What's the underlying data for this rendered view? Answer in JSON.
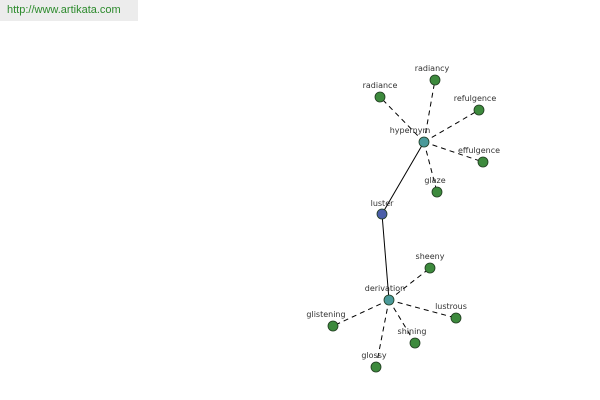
{
  "site_link": {
    "label": "http://www.artikata.com"
  },
  "colors": {
    "center": "#4a5ea8",
    "relation": "#4a9a9a",
    "word": "#3d8a3d",
    "edge": "#000000"
  },
  "graph": {
    "center": {
      "id": "luster",
      "label": "luster"
    },
    "relations": [
      {
        "id": "hypernym",
        "label": "hypernym",
        "words": [
          "radiance",
          "radiancy",
          "refulgence",
          "effulgence",
          "glaze"
        ]
      },
      {
        "id": "derivation",
        "label": "derivation",
        "words": [
          "sheeny",
          "lustrous",
          "shining",
          "glossy",
          "glistening"
        ]
      }
    ]
  }
}
